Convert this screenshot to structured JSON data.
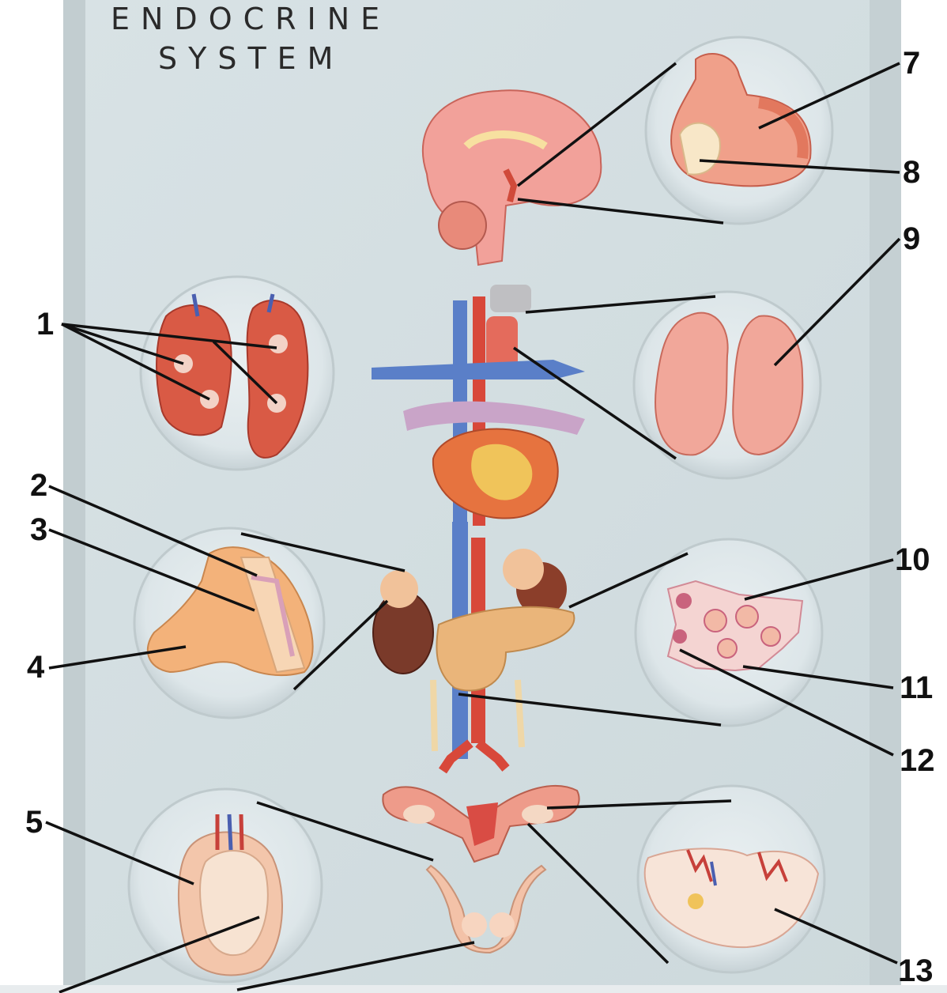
{
  "title": {
    "line1": "ENDOCRINE",
    "line2": "SYSTEM"
  },
  "labels": [
    "1",
    "2",
    "3",
    "4",
    "5",
    "7",
    "8",
    "9",
    "10",
    "11",
    "12",
    "13"
  ],
  "colors": {
    "board": "#d4dfe2",
    "organ_red": "#d95a45",
    "organ_pink": "#f2a19a",
    "vein_blue": "#5a7fc8",
    "artery_red": "#d8483a",
    "gland_tan": "#eab57a",
    "leader_line": "#111111"
  }
}
